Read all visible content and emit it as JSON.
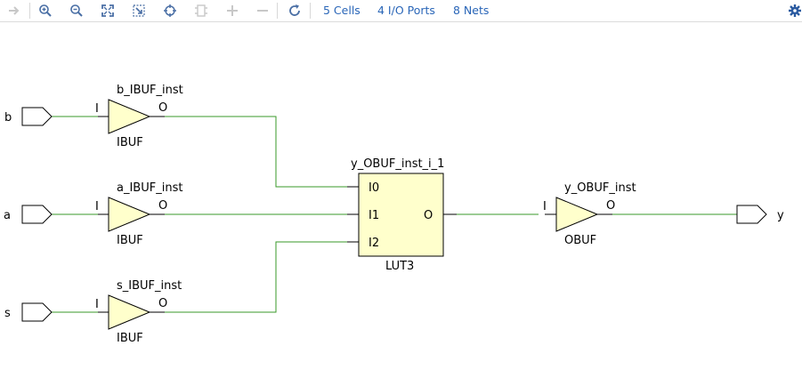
{
  "toolbar": {
    "icons": [
      "arrow-right-icon",
      "zoom-in-icon",
      "zoom-out-icon",
      "fit-to-screen-icon",
      "fit-selection-icon",
      "auto-fit-icon",
      "chip-icon",
      "expand-plus-icon",
      "collapse-minus-icon",
      "refresh-icon",
      "settings-gear-icon"
    ],
    "cells_link": "5 Cells",
    "ports_link": "4 I/O Ports",
    "nets_link": "8 Nets"
  },
  "colors": {
    "link": "#2a66b8",
    "wire": "#3a9a2a",
    "cell_fill": "#ffffcc",
    "outline": "#000000",
    "icon_active": "#4a6fa5",
    "icon_disabled": "#c8c8c8"
  },
  "schematic": {
    "ports": {
      "b": "b",
      "a": "a",
      "s": "s",
      "y": "y"
    },
    "buffers": {
      "b_inst": "b_IBUF_inst",
      "a_inst": "a_IBUF_inst",
      "s_inst": "s_IBUF_inst",
      "y_inst": "y_OBUF_inst",
      "ibuf_type": "IBUF",
      "obuf_type": "OBUF",
      "pin_in": "I",
      "pin_out": "O"
    },
    "lut": {
      "inst": "y_OBUF_inst_i_1",
      "type": "LUT3",
      "pin_i0": "I0",
      "pin_i1": "I1",
      "pin_i2": "I2",
      "pin_o": "O"
    }
  }
}
